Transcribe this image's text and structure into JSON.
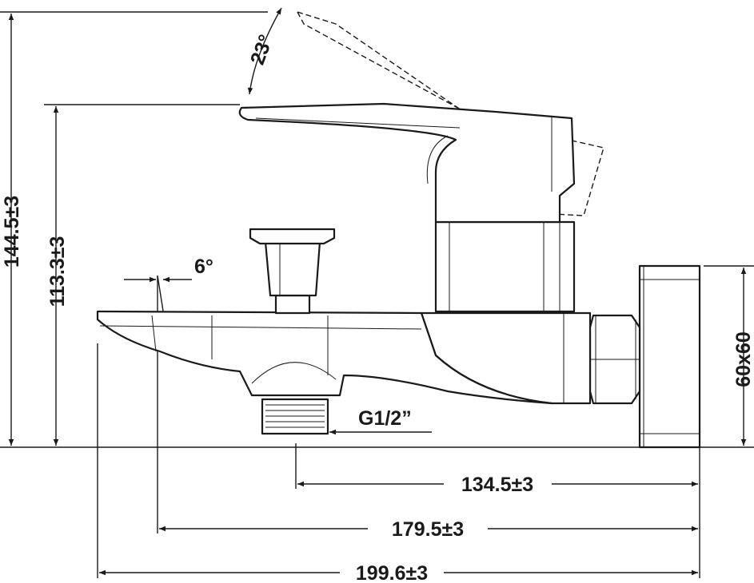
{
  "drawing": {
    "lever_angle": "23°",
    "spout_angle": "6°",
    "total_height": "144.5±3",
    "lever_height": "113.3±3",
    "thread": "G1/2”",
    "flange_size": "60x60",
    "outlet_distance": "134.5±3",
    "spout_reach": "179.5±3",
    "total_length": "199.6±3"
  }
}
